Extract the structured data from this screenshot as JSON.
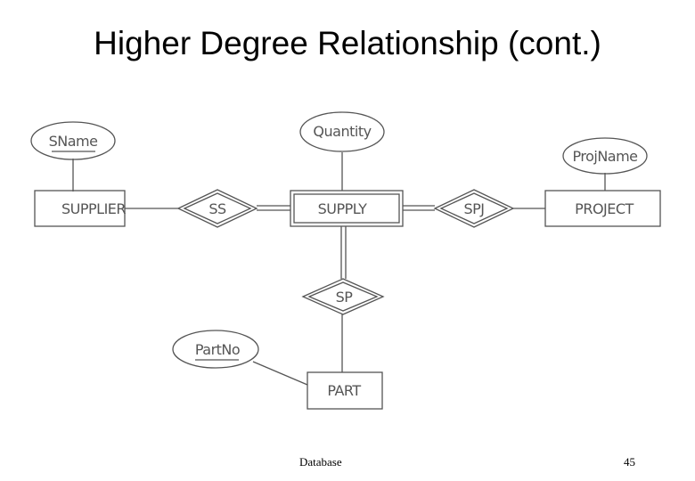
{
  "slide": {
    "title": "Higher Degree Relationship (cont.)",
    "footer_left": "Database",
    "page_number": "45"
  },
  "diagram": {
    "entities": {
      "supplier": "SUPPLIER",
      "supply": "SUPPLY",
      "project": "PROJECT",
      "part": "PART"
    },
    "relationships": {
      "ss": "SS",
      "spj": "SPJ",
      "sp": "SP"
    },
    "attributes": {
      "sname": "SName",
      "quantity": "Quantity",
      "projname": "ProjName",
      "partno": "PartNo"
    },
    "colors": {
      "stroke": "#555555",
      "text": "#555555"
    }
  }
}
